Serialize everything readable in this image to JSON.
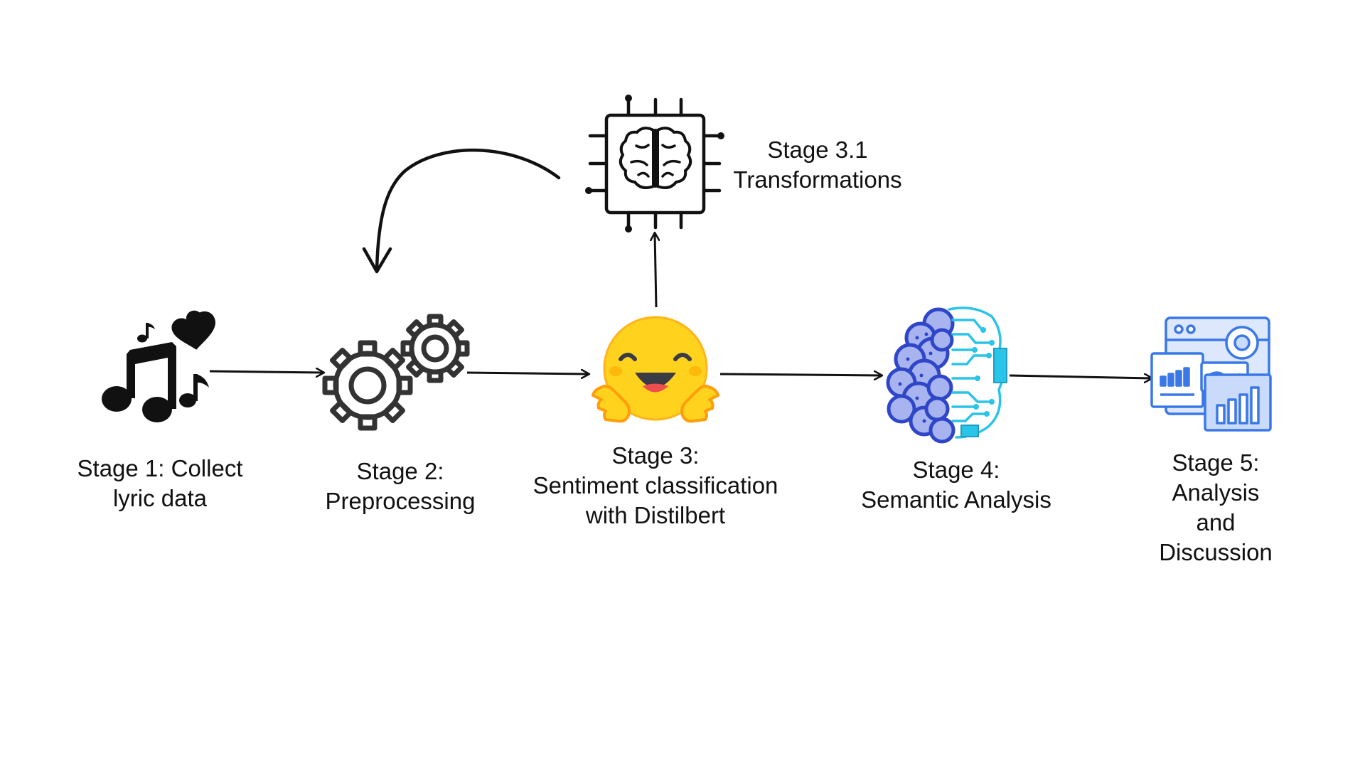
{
  "stages": [
    {
      "id": "stage-1",
      "lines": [
        "Stage 1: Collect",
        "lyric data"
      ],
      "icon": "music-notes-heart-icon"
    },
    {
      "id": "stage-2",
      "lines": [
        "Stage 2:",
        "Preprocessing"
      ],
      "icon": "gears-icon"
    },
    {
      "id": "stage-3",
      "lines": [
        "Stage 3:",
        "Sentiment classification",
        "with Distilbert"
      ],
      "icon": "hugging-face-icon"
    },
    {
      "id": "stage-3-1",
      "lines": [
        "Stage 3.1",
        "Transformations"
      ],
      "icon": "brain-chip-icon"
    },
    {
      "id": "stage-4",
      "lines": [
        "Stage 4:",
        "Semantic Analysis"
      ],
      "icon": "ai-brain-circuit-icon"
    },
    {
      "id": "stage-5",
      "lines": [
        "Stage 5:",
        "Analysis",
        "and",
        "Discussion"
      ],
      "icon": "dashboard-charts-icon"
    }
  ],
  "colors": {
    "stroke": "#111111",
    "emoji_face": "#FFD21E",
    "emoji_outline": "#FF9D0B",
    "brain_blue": "#3046C8",
    "brain_fill": "#A7B4F0",
    "circuit_cyan": "#29C4E8",
    "dashboard_blue": "#3A78E8",
    "dashboard_fill": "#C9DAFB"
  }
}
